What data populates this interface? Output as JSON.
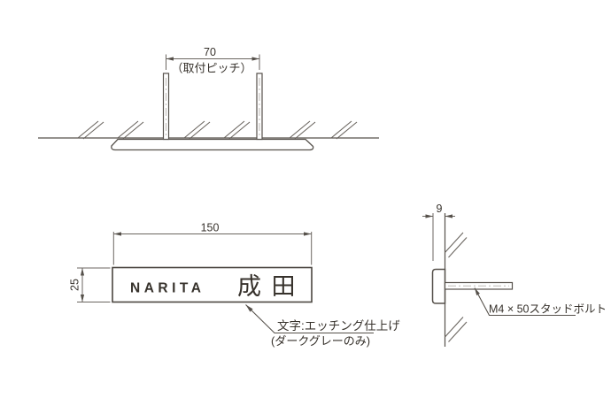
{
  "drawing": {
    "colors": {
      "line": "#56514b",
      "dim_line": "#6b6660",
      "text": "#37322c",
      "stud_centerline": "#bdb9b4"
    },
    "top_view": {
      "pitch_value": "70",
      "pitch_label": "（取付ピッチ）"
    },
    "front_view": {
      "width_value": "150",
      "height_value": "25",
      "name_roman": "NARITA",
      "name_kanji": "成 田",
      "note_line1": "文字:エッチング仕上げ",
      "note_line2": "(ダークグレーのみ)"
    },
    "side_view": {
      "thickness_value": "9",
      "bolt_label": "M4 × 50スタッドボルト"
    }
  }
}
